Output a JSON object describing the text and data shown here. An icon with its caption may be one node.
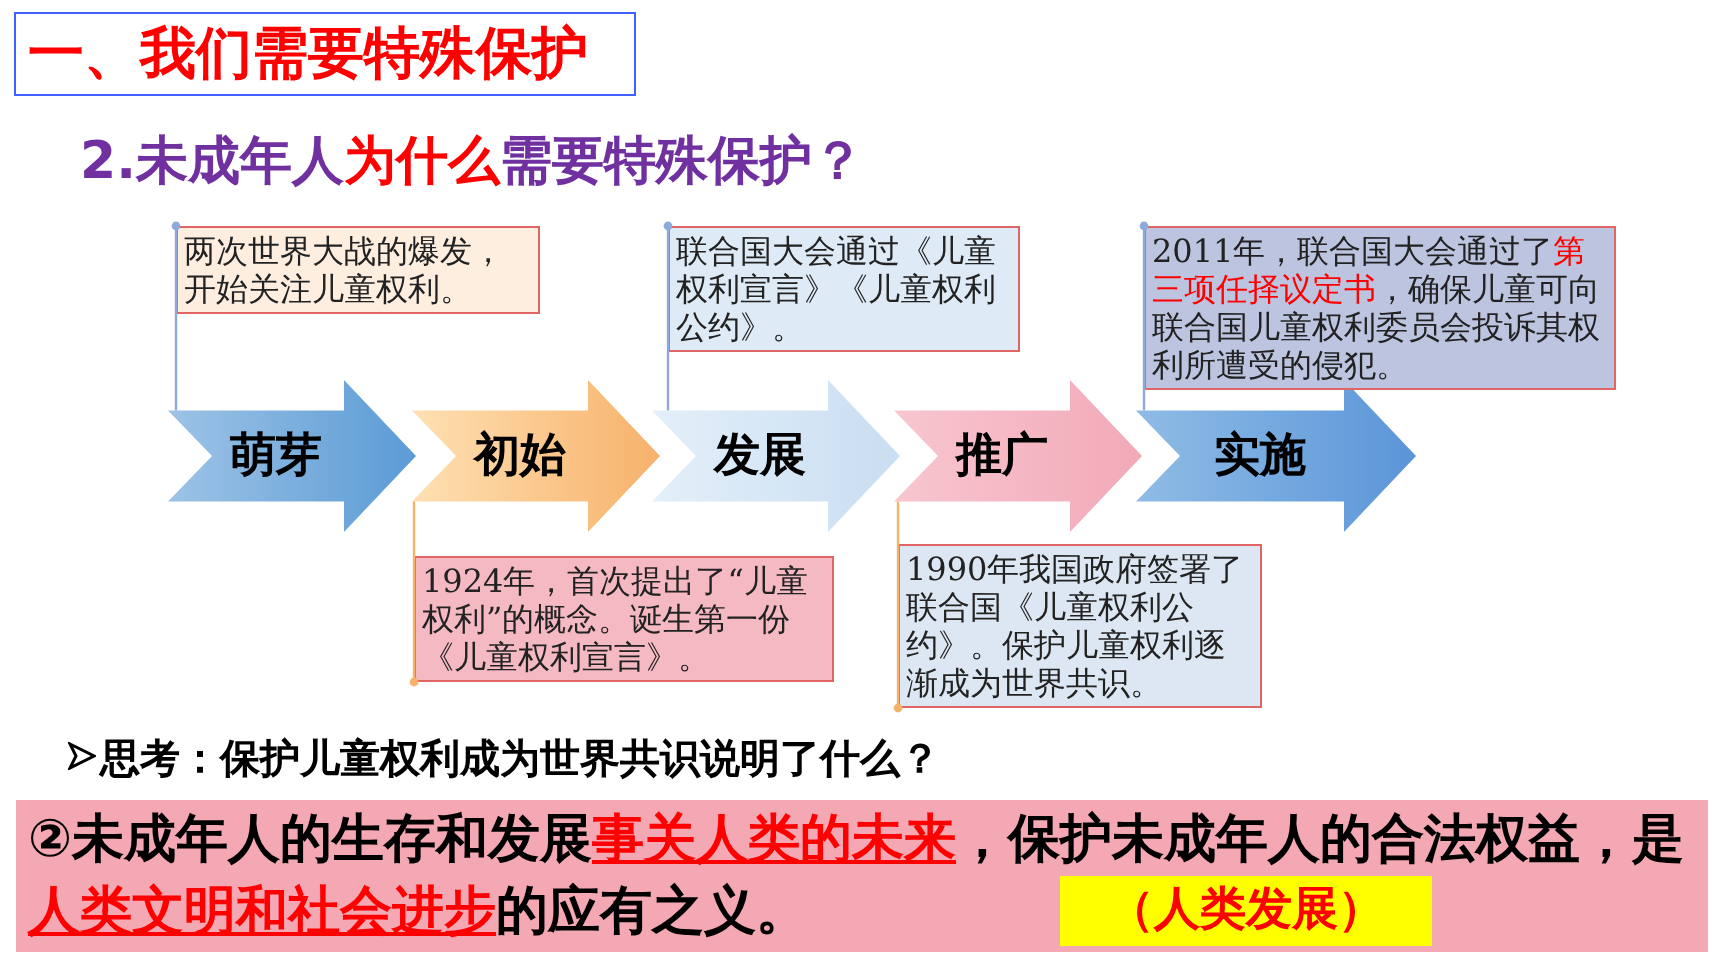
{
  "diagram": {
    "title": "一、我们需要特殊保护",
    "nodes": [
      {
        "text": [
          "萌芽"
        ]
      },
      {
        "text": [
          "初始"
        ]
      },
      {
        "text": [
          "发展"
        ]
      },
      {
        "text": [
          "推广"
        ]
      },
      {
        "text": [
          "实施"
        ]
      },
      {
        "text": [
          "两次世界大战的爆发，开始关注儿童权利。"
        ]
      },
      {
        "text": [
          "1924年，首次提出了“儿童权利”的概念。诞生第一份《儿童权利宣言》。"
        ]
      },
      {
        "text": [
          "联合国大会通过《儿童权利宣言》《儿童权利公约》。"
        ]
      },
      {
        "text": [
          "1990年我国政府签署了联合国《儿童权利公约》。保护儿童权利逐渐成为世界共识。"
        ]
      },
      {
        "text": [
          "2011年，联合国大会通过了**第三项任择议定书**，确保儿童可向联合国儿童权利委员会投诉其权利所遭受的侵犯。"
        ]
      },
      {
        "text": [
          "②未成年人的生存和发展**事关人类的未来**，保护未成年人的合法权益，是**人类文明和社会进步**的应有之义。"
        ]
      },
      {
        "text": [
          "（人类发展）"
        ],
        "in": 10
      }
    ],
    "edges": [
      {
        "from": 5,
        "to": 0,
        "arrow": "other"
      },
      {
        "from": 6,
        "to": 1,
        "arrow": "other",
        "color": "#f6b26b"
      },
      {
        "from": 7,
        "to": 2,
        "arrow": "other"
      },
      {
        "from": 8,
        "to": 3,
        "arrow": "other",
        "color": "#f6b26b"
      },
      {
        "from": 9,
        "to": 4,
        "arrow": "other"
      }
    ],
    "labels": [
      "2.未成年人**为什么**需要特殊保护？",
      "思考：保护儿童权利成为世界共识说明了什么？"
    ]
  }
}
